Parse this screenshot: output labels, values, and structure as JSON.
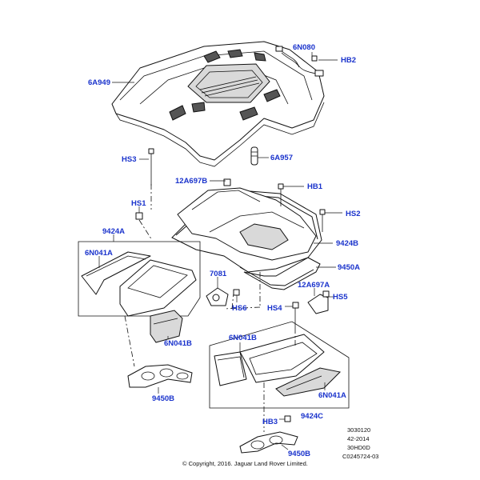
{
  "callouts": {
    "p6N080": "6N080",
    "hb2": "HB2",
    "p6A949": "6A949",
    "hs3": "HS3",
    "p6A957": "6A957",
    "p12A697B": "12A697B",
    "hb1": "HB1",
    "hs1": "HS1",
    "hs2": "HS2",
    "p9424A": "9424A",
    "p6N041A_left": "6N041A",
    "p9424B": "9424B",
    "p9450A": "9450A",
    "p7081": "7081",
    "p12A697A": "12A697A",
    "hs6": "HS6",
    "hs4": "HS4",
    "hs5": "HS5",
    "p6N041B_left": "6N041B",
    "p6N041B_right": "6N041B",
    "p6N041A_right": "6N041A",
    "p9450B_left": "9450B",
    "p9424C": "9424C",
    "hb3": "HB3",
    "p9450B_right": "9450B"
  },
  "meta": {
    "code1": "3030120",
    "code2": "42-2014",
    "code3": "30HD0D",
    "code4": "C0245724-03",
    "copyright": "© Copyright, 2016. Jaguar Land Rover Limited."
  }
}
